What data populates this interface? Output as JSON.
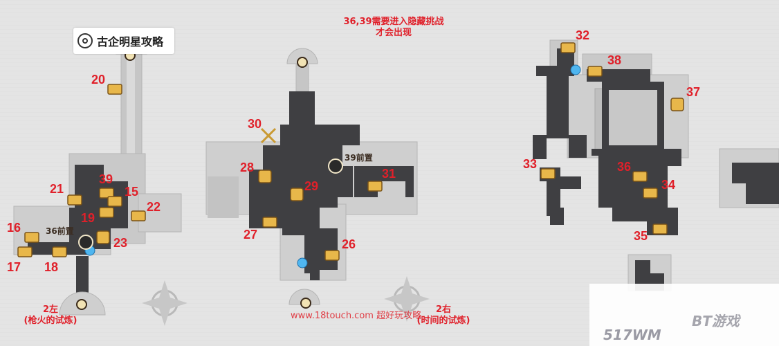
{
  "badge": {
    "text": "古企明星攻略"
  },
  "note": {
    "line1": "36,39需要进入隐藏挑战",
    "line2": "才会出现"
  },
  "chest_labels": [
    "20",
    "39",
    "21",
    "15",
    "22",
    "19",
    "16",
    "23",
    "17",
    "18",
    "30",
    "28",
    "29",
    "31",
    "27",
    "26",
    "32",
    "38",
    "37",
    "33",
    "36",
    "34",
    "35"
  ],
  "prereq": {
    "n36": "36前置",
    "n39": "39前置"
  },
  "areas": {
    "left": {
      "name": "2左",
      "sub": "(枪火的试炼)"
    },
    "right": {
      "name": "2右",
      "sub": "(时间的试炼)"
    }
  },
  "watermarks": {
    "site": "www.18touch.com 超好玩攻略",
    "brand1": "517WM",
    "brand2": "BT游戏"
  },
  "colors": {
    "label_red": "#e0202a",
    "floor_dark": "#3f3f42",
    "chest_gold": "#e8b74a",
    "teleport_blue": "#4fb6f0"
  }
}
